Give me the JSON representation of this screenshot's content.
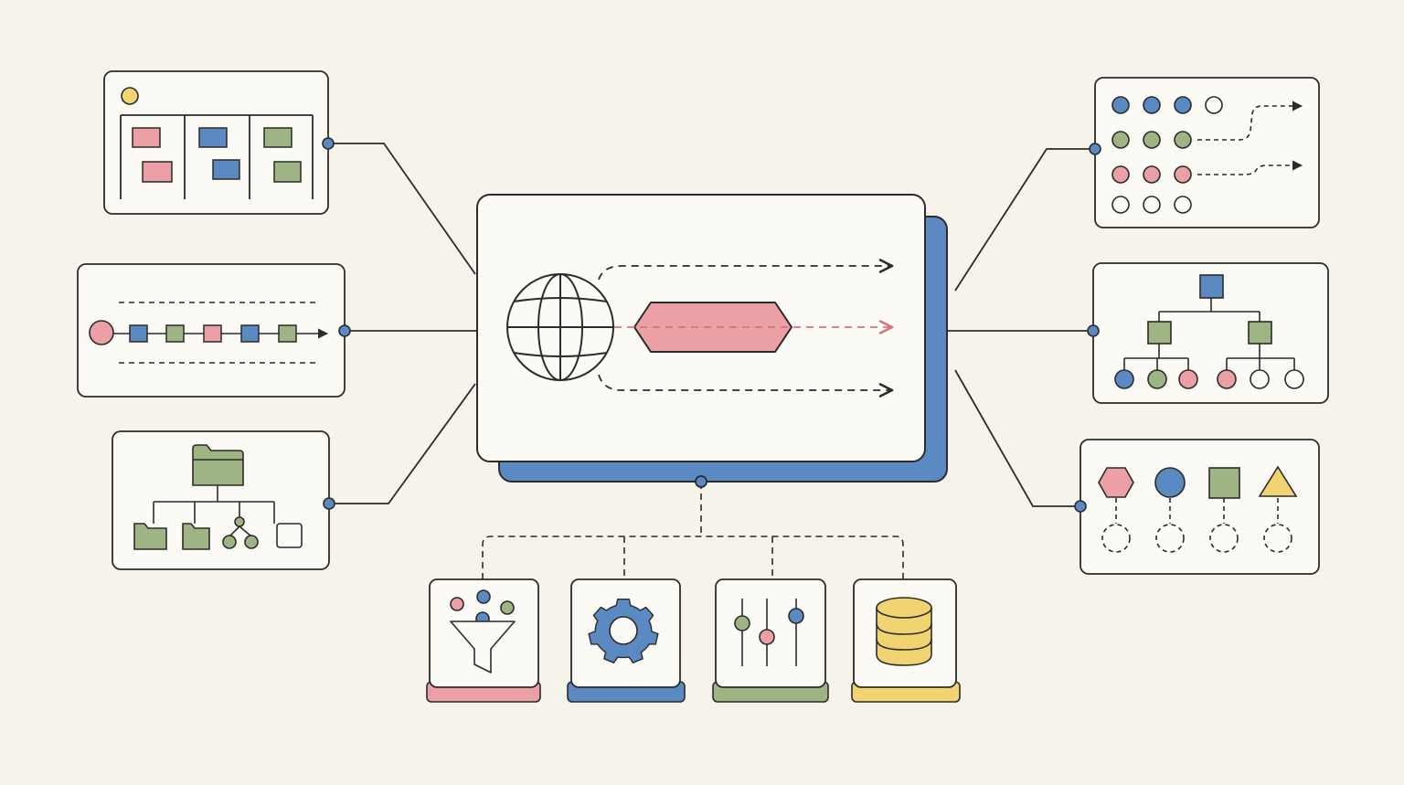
{
  "colors": {
    "background": "#f6f3ea",
    "ink": "#2b2b2b",
    "card": "#fbfaf5",
    "blue": "#5b89c2",
    "red": "#eba0a6",
    "green": "#9fb483",
    "yellow": "#f1d372"
  },
  "hub": {
    "icon": "globe-icon",
    "center_shape": "hexagon-bar",
    "outputs": [
      "dashed-arrow",
      "dashed-arrow-accent",
      "dashed-arrow"
    ]
  },
  "left_panels": [
    {
      "icon": "kanban-board-icon",
      "columns": 3
    },
    {
      "icon": "pipeline-timeline-icon",
      "steps": 5
    },
    {
      "icon": "folder-tree-icon"
    }
  ],
  "right_panels": [
    {
      "icon": "dot-matrix-routing-icon",
      "rows": 4,
      "cols": 4
    },
    {
      "icon": "hierarchy-tree-icon"
    },
    {
      "icon": "shape-mapping-icon",
      "shapes": [
        "hexagon",
        "circle",
        "square",
        "triangle"
      ]
    }
  ],
  "tools": [
    {
      "icon": "filter-funnel-icon",
      "accent": "red"
    },
    {
      "icon": "gear-icon",
      "accent": "blue"
    },
    {
      "icon": "sliders-icon",
      "accent": "green"
    },
    {
      "icon": "database-icon",
      "accent": "yellow"
    }
  ]
}
